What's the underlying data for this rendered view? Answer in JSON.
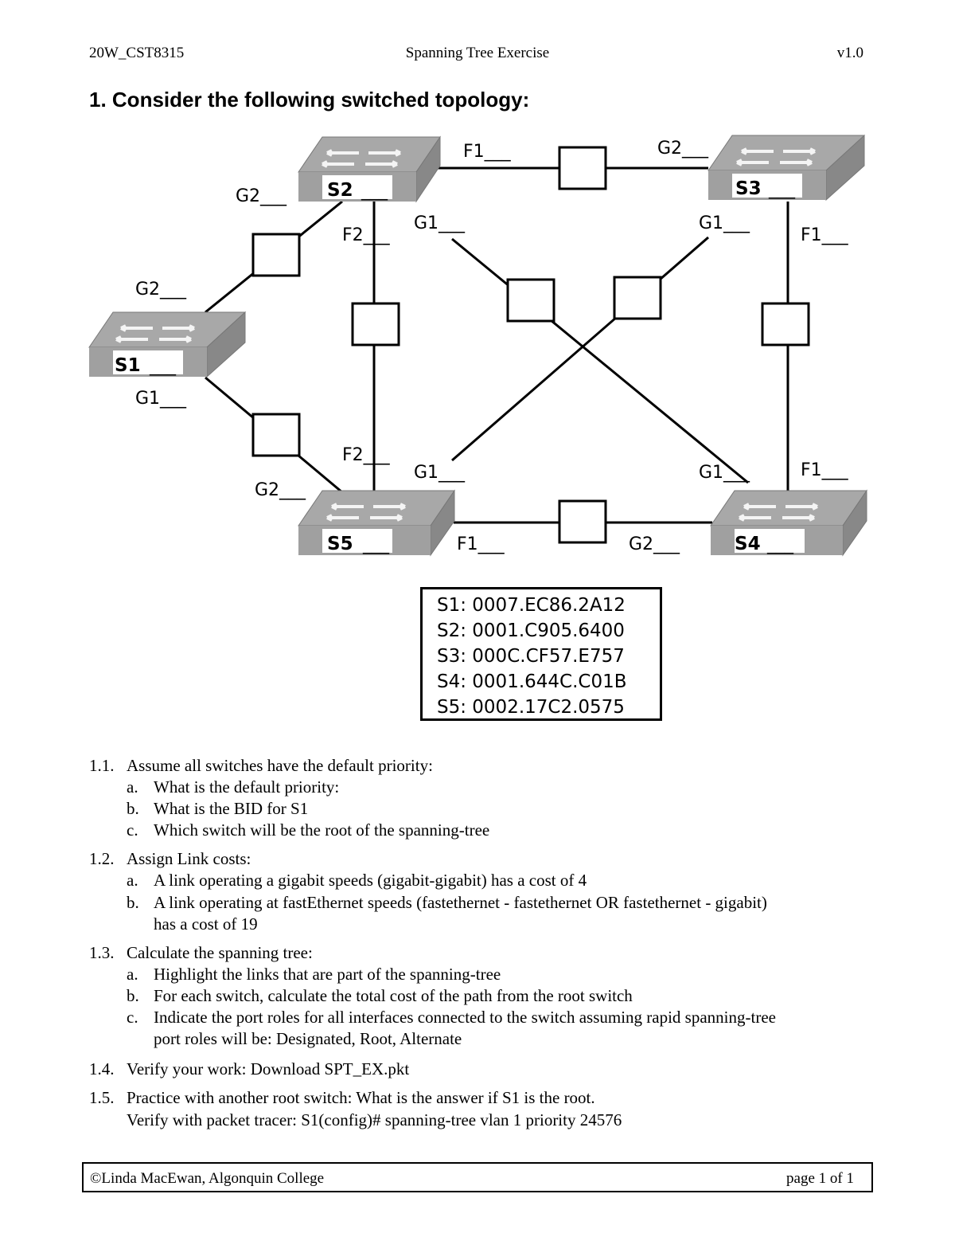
{
  "header": {
    "left": "20W_CST8315",
    "center": "Spanning Tree Exercise",
    "right": "v1.0"
  },
  "heading": "1. Consider the following switched topology:",
  "diagram": {
    "switches": [
      {
        "id": "s1",
        "label": "S1"
      },
      {
        "id": "s2",
        "label": "S2"
      },
      {
        "id": "s3",
        "label": "S3"
      },
      {
        "id": "s4",
        "label": "S4"
      },
      {
        "id": "s5",
        "label": "S5"
      }
    ],
    "port_labels": {
      "s2_f1": "F1___",
      "s3_g2": "G2___",
      "s2_g2": "G2___",
      "s2_f2": "F2___",
      "s2_g1": "G1___",
      "s3_g1": "G1___",
      "s3_f1": "F1___",
      "s1_g2": "G2___",
      "s1_g1": "G1___",
      "s5_f2": "F2___",
      "s5_g1": "G1___",
      "s4_g1": "G1___",
      "s4_f1": "F1___",
      "s5_g2": "G2___",
      "s5_f1": "F1___",
      "s4_g2": "G2___"
    },
    "switch_blanks": {
      "s1": "___",
      "s2": "___",
      "s3": "___",
      "s4": "___",
      "s5": "___"
    }
  },
  "mac_table": [
    "S1: 0007.EC86.2A12",
    "S2: 0001.C905.6400",
    "S3: 000C.CF57.E757",
    "S4: 0001.644C.C01B",
    "S5: 0002.17C2.0575"
  ],
  "questions": [
    {
      "num": "1.1.",
      "text": "Assume all switches have the default priority:",
      "subs": [
        {
          "letter": "a.",
          "lines": [
            "What is the default priority:"
          ]
        },
        {
          "letter": "b.",
          "lines": [
            "What is the BID for S1"
          ]
        },
        {
          "letter": "c.",
          "lines": [
            "Which switch will be the root of the spanning-tree"
          ]
        }
      ]
    },
    {
      "num": "1.2.",
      "text": "Assign Link costs:",
      "subs": [
        {
          "letter": "a.",
          "lines": [
            "A link operating a gigabit speeds (gigabit-gigabit) has a cost of 4"
          ]
        },
        {
          "letter": "b.",
          "lines": [
            "A link operating at fastEthernet speeds (fastethernet - fastethernet OR fastethernet - gigabit)",
            "has a cost of 19"
          ]
        }
      ]
    },
    {
      "num": "1.3.",
      "text": "Calculate the spanning tree:",
      "subs": [
        {
          "letter": "a.",
          "lines": [
            "Highlight the links that are part of the spanning-tree"
          ]
        },
        {
          "letter": "b.",
          "lines": [
            "For each switch, calculate the total cost of the path from the root switch"
          ]
        },
        {
          "letter": "c.",
          "lines": [
            "Indicate the port roles for all interfaces connected to the switch assuming rapid spanning-tree",
            "port roles will be: Designated, Root, Alternate"
          ]
        }
      ]
    },
    {
      "num": "1.4.",
      "text": "Verify your work: Download SPT_EX.pkt",
      "subs": []
    },
    {
      "num": "1.5.",
      "text": "Practice with another root switch: What is the answer if S1 is the root.",
      "extra": "Verify with packet tracer: S1(config)# spanning-tree vlan 1 priority 24576",
      "subs": []
    }
  ],
  "footer": {
    "left": "©Linda MacEwan, Algonquin College",
    "right": "page 1 of 1"
  }
}
